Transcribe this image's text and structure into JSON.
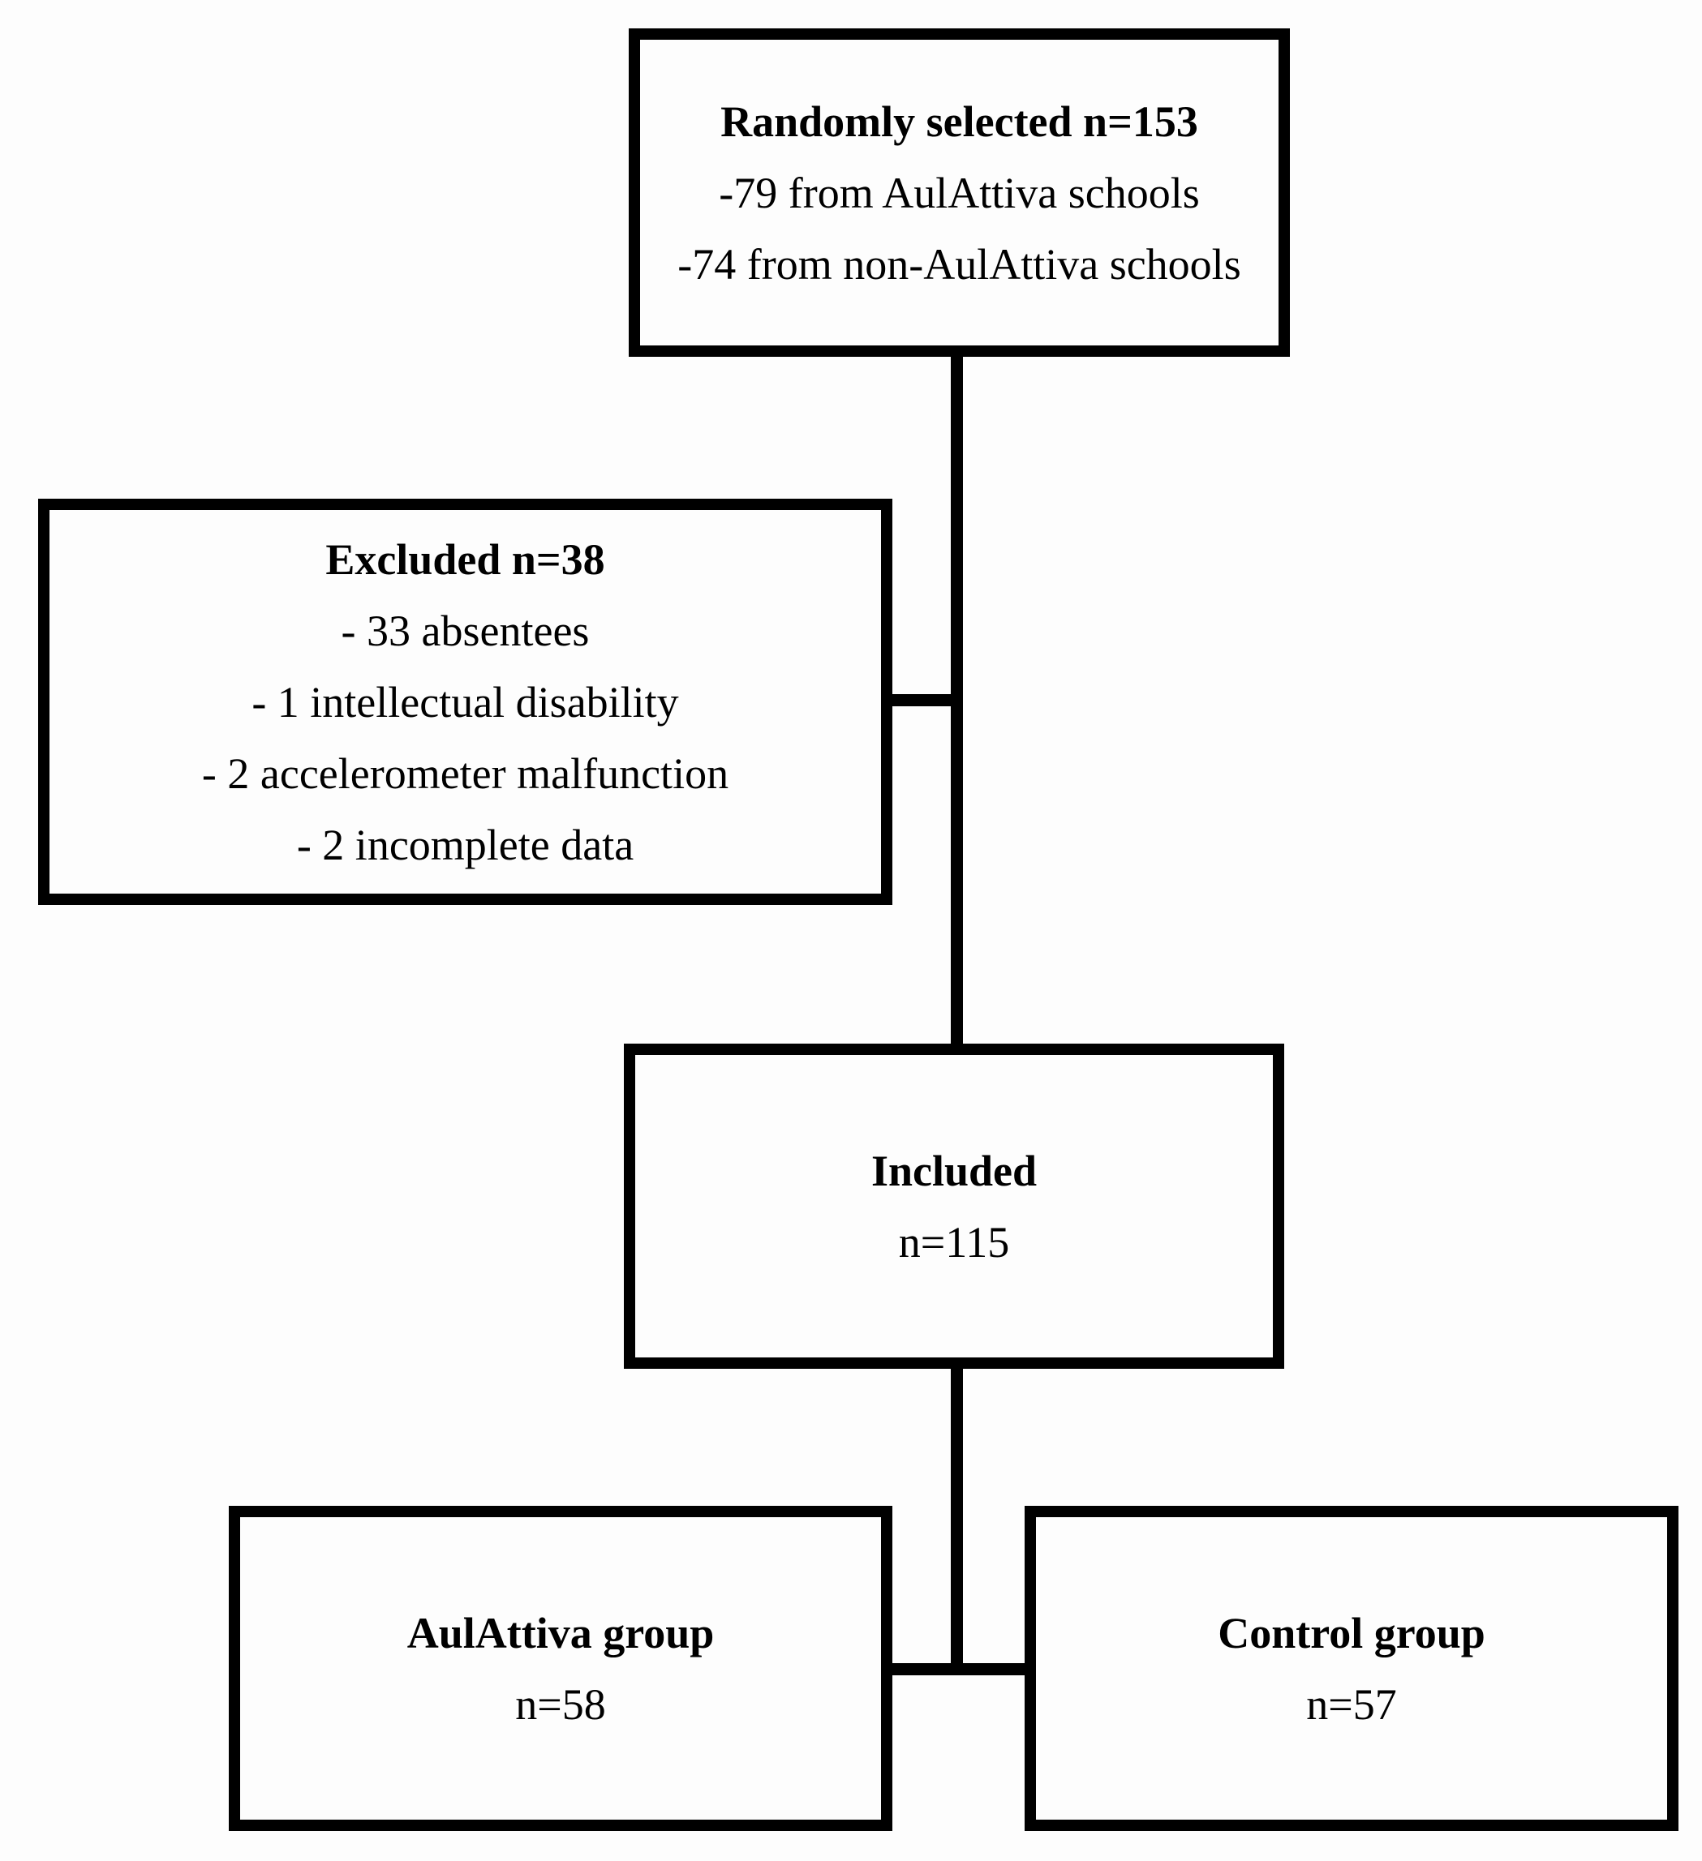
{
  "diagram": {
    "type": "flowchart",
    "description": "Participant selection flow diagram",
    "colors": {
      "ink": "#000000",
      "background": "#fdfdfd"
    },
    "boxes": [
      {
        "id": "randomly-selected",
        "title": "Randomly selected n=153",
        "lines": [
          "-79 from AulAttiva schools",
          "-74 from non-AulAttiva schools"
        ]
      },
      {
        "id": "excluded",
        "title": "Excluded n=38",
        "lines": [
          "- 33 absentees",
          "- 1 intellectual disability",
          "- 2 accelerometer malfunction",
          "- 2 incomplete data"
        ]
      },
      {
        "id": "included",
        "title": "Included",
        "lines": [
          "n=115"
        ]
      },
      {
        "id": "aulattiva-group",
        "title": "AulAttiva group",
        "lines": [
          "n=58"
        ]
      },
      {
        "id": "control-group",
        "title": "Control group",
        "lines": [
          "n=57"
        ]
      }
    ],
    "connectors": [
      {
        "id": "top-to-included",
        "kind": "vertical",
        "from": "randomly-selected",
        "to": "included"
      },
      {
        "id": "excluded-branch",
        "kind": "horizontal",
        "from": "excluded",
        "to": "top-to-included"
      },
      {
        "id": "included-to-split",
        "kind": "vertical",
        "from": "included",
        "to": "split-bar"
      },
      {
        "id": "split-bar",
        "kind": "horizontal",
        "from": "aulattiva-group",
        "to": "control-group"
      }
    ]
  }
}
